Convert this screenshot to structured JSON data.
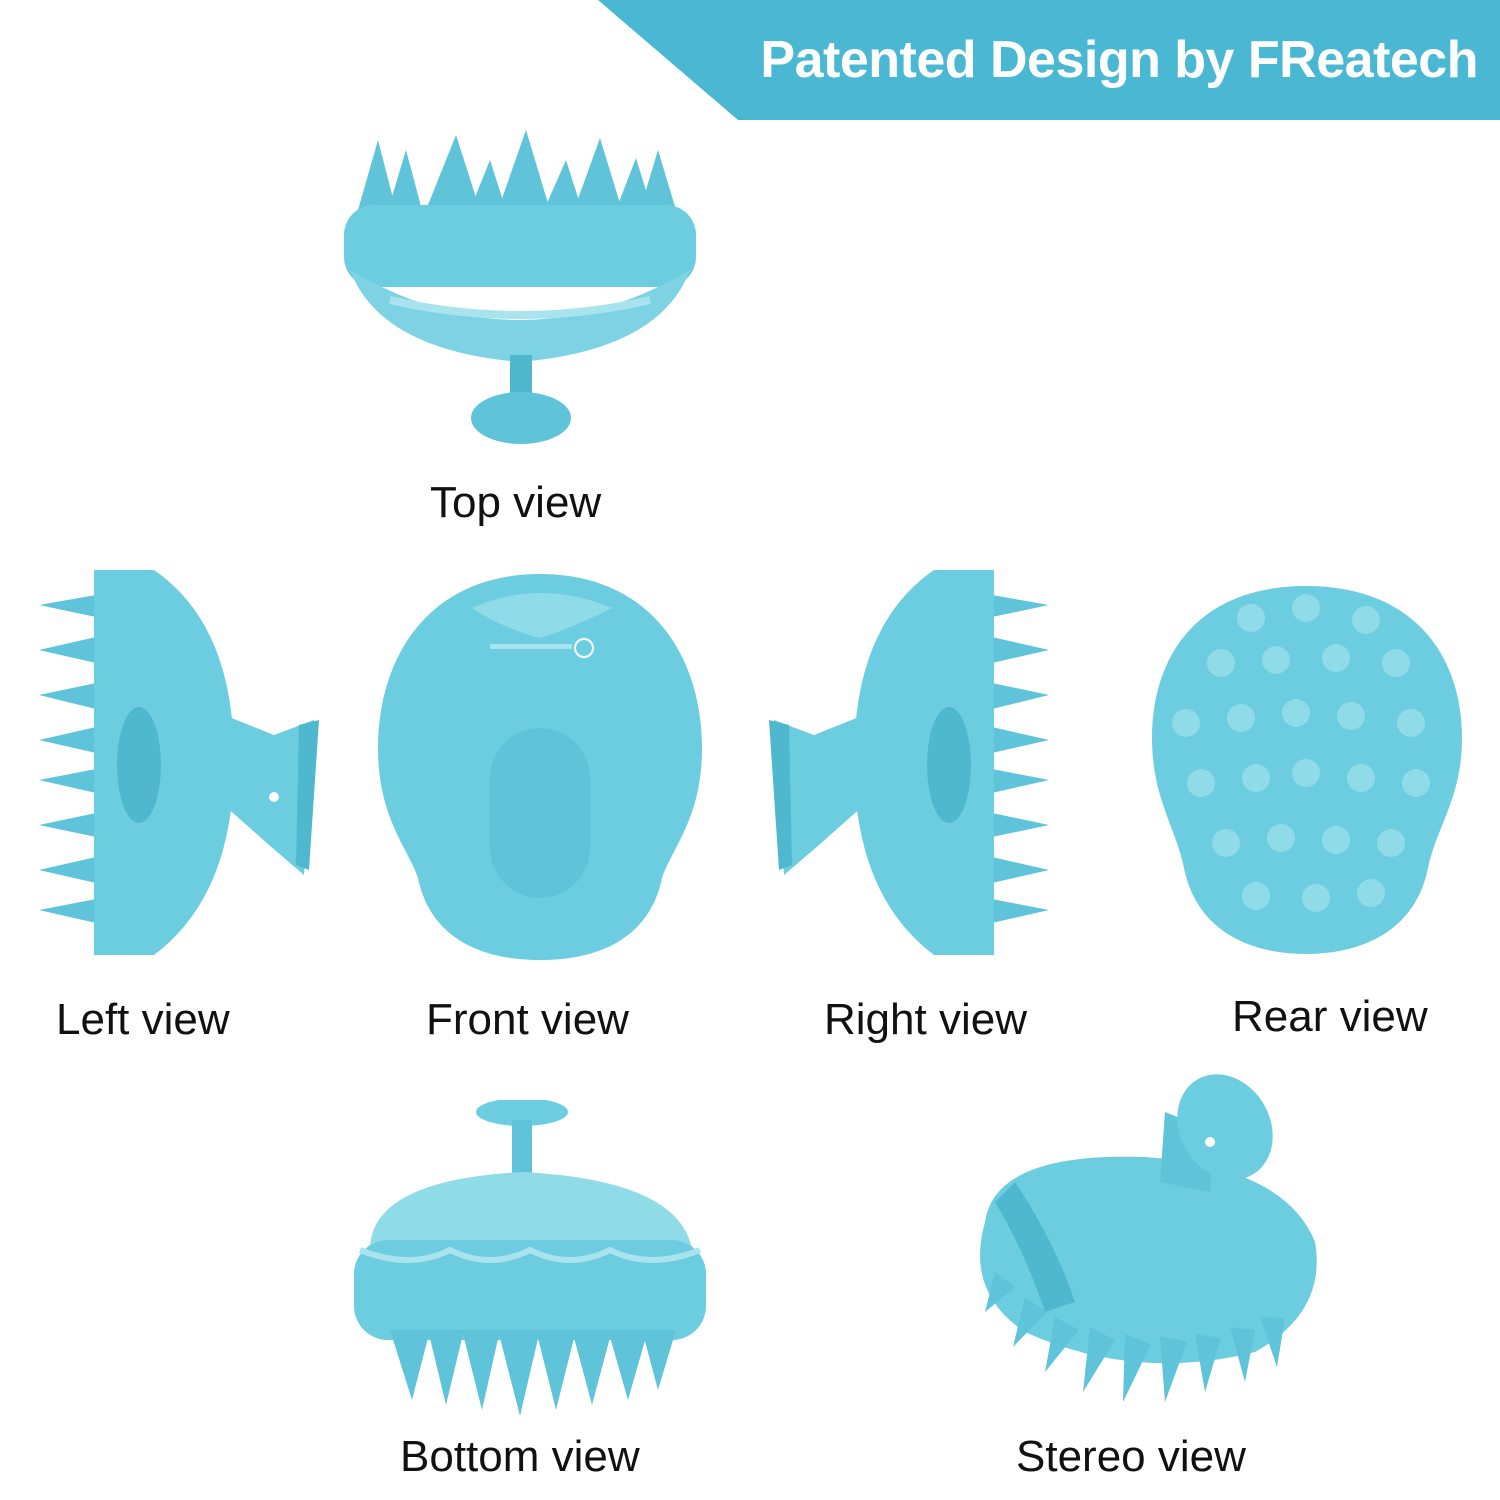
{
  "banner": {
    "title": "Patented Design by FReatech",
    "color": "#4bb8d3"
  },
  "product": {
    "color": "#6dcde0",
    "shade": "#4fb8cf",
    "highlight": "#a9e4ee"
  },
  "views": {
    "top": "Top view",
    "left": "Left view",
    "front": "Front view",
    "right": "Right view",
    "rear": "Rear view",
    "bottom": "Bottom view",
    "stereo": "Stereo view"
  }
}
